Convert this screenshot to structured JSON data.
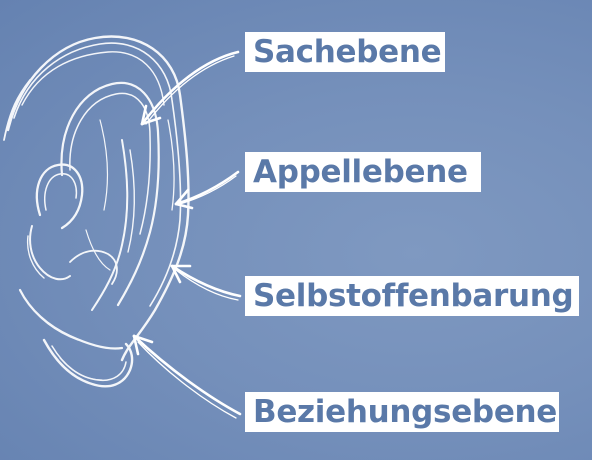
{
  "diagram": {
    "background_color": "#6f8bb8",
    "label_color": "#5a79a8",
    "sketch_color": "#ffffff",
    "sketch_subject": "ear-sketch",
    "labels": {
      "sachebene": "Sachebene",
      "appellebene": "Appellebene",
      "selbstoffenbarung": "Selbstoffenbarung",
      "beziehungsebene": "Beziehungsebene"
    }
  }
}
